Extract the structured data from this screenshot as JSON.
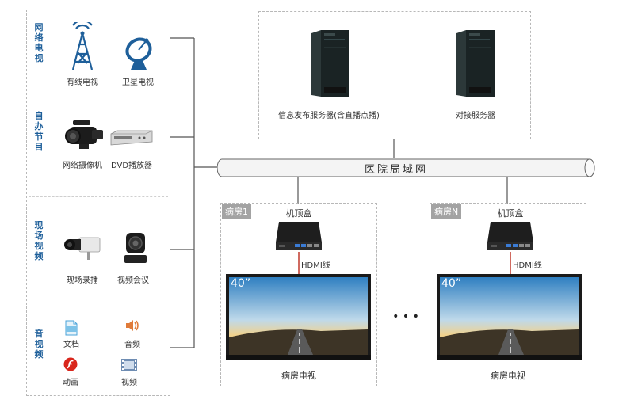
{
  "left_panel": {
    "categories": [
      {
        "label": "网络电视",
        "items": [
          "有线电视",
          "卫星电视"
        ],
        "icons": [
          "antenna-tower-icon",
          "satellite-dish-icon"
        ]
      },
      {
        "label": "自办节目",
        "items": [
          "网络摄像机",
          "DVD播放器"
        ],
        "icons": [
          "video-camera-icon",
          "dvd-player-icon"
        ]
      },
      {
        "label": "现场视频",
        "items": [
          "现场录播",
          "视频会议"
        ],
        "icons": [
          "security-camera-icon",
          "ptz-camera-icon"
        ]
      },
      {
        "label": "音视频",
        "items": [
          "文档",
          "音频",
          "动画",
          "视频"
        ],
        "icons": [
          "document-icon",
          "audio-icon",
          "flash-animation-icon",
          "video-film-icon"
        ]
      }
    ]
  },
  "servers": {
    "items": [
      "信息发布服务器(含直播点播)",
      "对接服务器"
    ]
  },
  "network": {
    "label": "医院局域网"
  },
  "rooms": [
    {
      "tag": "病房1",
      "box_label": "机顶盒",
      "cable_label": "HDMI线",
      "tv_size": "40”",
      "tv_label": "病房电视"
    },
    {
      "tag": "病房N",
      "box_label": "机顶盒",
      "cable_label": "HDMI线",
      "tv_size": "40”",
      "tv_label": "病房电视"
    }
  ],
  "ellipsis": "• • •",
  "colors": {
    "category_text": "#1e5f9a",
    "line": "#555555",
    "tag_bg": "#a3a3a3"
  }
}
